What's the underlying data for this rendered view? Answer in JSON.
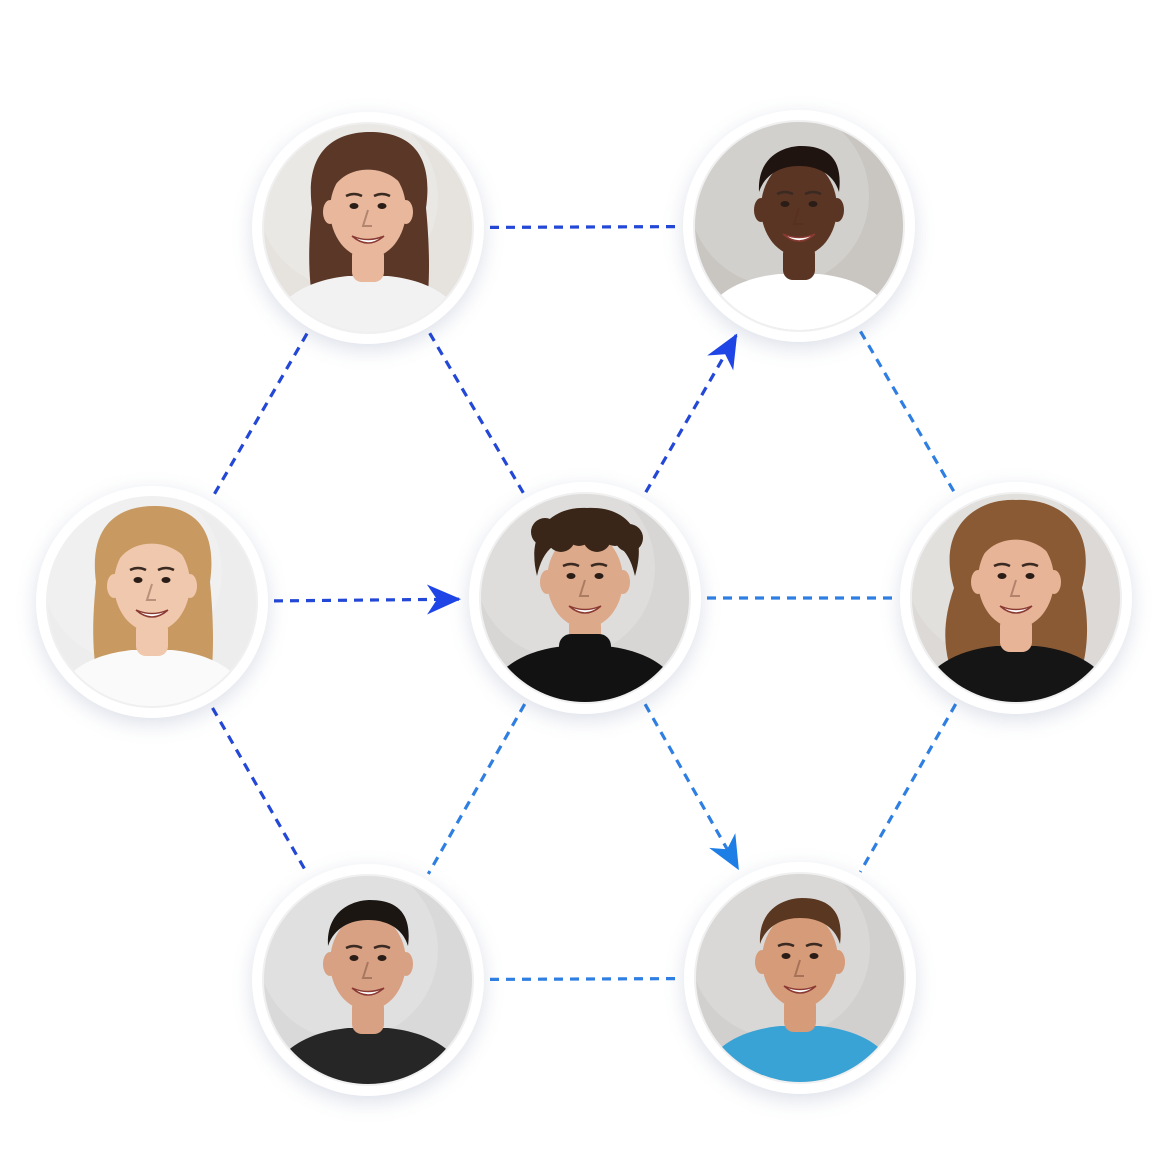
{
  "diagram": {
    "type": "network",
    "colors": {
      "edge_primary": "#2347d6",
      "edge_secondary": "#2f7fe3",
      "arrow_primary": "#1f45e6",
      "arrow_secondary": "#1d7fe6",
      "ring": "#ffffff",
      "background": "#ffffff"
    },
    "nodes": [
      {
        "id": "top-left",
        "icon": "person-portrait-icon",
        "subject": "woman-brown-hair",
        "skin": "#e8b79c",
        "hair": "#5a3726",
        "shirt": "#f2f2f2",
        "backdrop": "#e6e3df"
      },
      {
        "id": "top-right",
        "icon": "person-portrait-icon",
        "subject": "man-short-hair",
        "skin": "#5b3524",
        "hair": "#1f1410",
        "shirt": "#ffffff",
        "backdrop": "#c9c6c2"
      },
      {
        "id": "middle-left",
        "icon": "person-portrait-icon",
        "subject": "woman-blonde-hair",
        "skin": "#f0c8ae",
        "hair": "#c89a62",
        "shirt": "#fafafa",
        "backdrop": "#ededed"
      },
      {
        "id": "center",
        "icon": "person-portrait-icon",
        "subject": "man-curly-hair",
        "skin": "#dca98a",
        "hair": "#3a2618",
        "shirt": "#121212",
        "backdrop": "#d8d6d4"
      },
      {
        "id": "middle-right",
        "icon": "person-portrait-icon",
        "subject": "woman-curly-hair",
        "skin": "#e7b497",
        "hair": "#8a5a34",
        "shirt": "#151515",
        "backdrop": "#dcd9d6"
      },
      {
        "id": "bottom-left",
        "icon": "person-portrait-icon",
        "subject": "man-dark-hair",
        "skin": "#d8a184",
        "hair": "#1c1613",
        "shirt": "#262626",
        "backdrop": "#d9d9d9"
      },
      {
        "id": "bottom-right",
        "icon": "person-portrait-icon",
        "subject": "man-blue-shirt",
        "skin": "#d69b78",
        "hair": "#5a3720",
        "shirt": "#3aa3d6",
        "backdrop": "#d2d0ce"
      }
    ],
    "edges": [
      {
        "from": "top-left",
        "to": "top-right",
        "arrow": false,
        "style": "primary"
      },
      {
        "from": "top-left",
        "to": "middle-left",
        "arrow": false,
        "style": "primary"
      },
      {
        "from": "top-left",
        "to": "center",
        "arrow": false,
        "style": "primary"
      },
      {
        "from": "top-right",
        "to": "middle-right",
        "arrow": false,
        "style": "secondary"
      },
      {
        "from": "middle-left",
        "to": "center",
        "arrow": true,
        "style": "primary"
      },
      {
        "from": "middle-left",
        "to": "bottom-left",
        "arrow": false,
        "style": "primary"
      },
      {
        "from": "center",
        "to": "top-right",
        "arrow": true,
        "style": "primary"
      },
      {
        "from": "center",
        "to": "middle-right",
        "arrow": false,
        "style": "secondary"
      },
      {
        "from": "center",
        "to": "bottom-left",
        "arrow": false,
        "style": "secondary"
      },
      {
        "from": "center",
        "to": "bottom-right",
        "arrow": true,
        "style": "secondary"
      },
      {
        "from": "middle-right",
        "to": "bottom-right",
        "arrow": false,
        "style": "secondary"
      },
      {
        "from": "bottom-left",
        "to": "bottom-right",
        "arrow": false,
        "style": "secondary"
      }
    ]
  }
}
